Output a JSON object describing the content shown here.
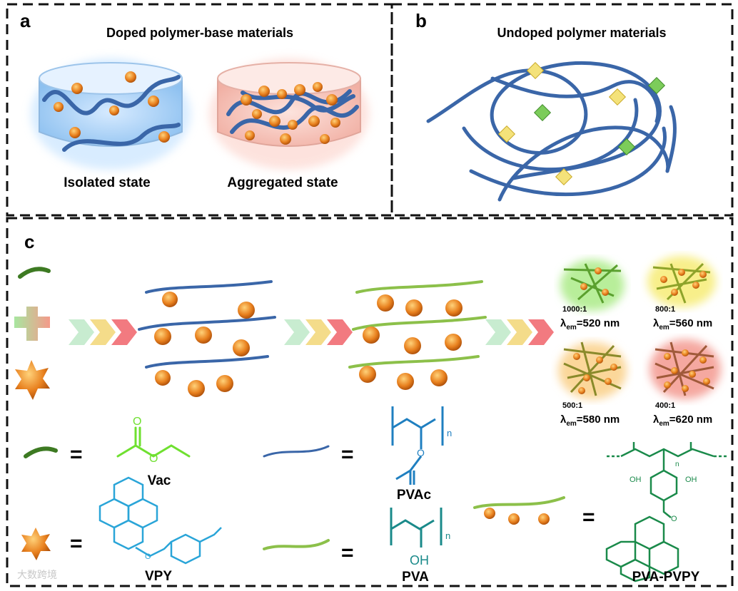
{
  "panel_a": {
    "letter": "a",
    "title": "Doped polymer-base materials",
    "left_caption": "Isolated state",
    "right_caption": "Aggregated state"
  },
  "panel_b": {
    "letter": "b",
    "title": "Undoped polymer materials"
  },
  "panel_c": {
    "letter": "c",
    "ratios": [
      {
        "ratio": "1000:1",
        "lambda_value": "=520 nm",
        "glow": "#7ed957"
      },
      {
        "ratio": "800:1",
        "lambda_value": "=560 nm",
        "glow": "#f2e85a"
      },
      {
        "ratio": "500:1",
        "lambda_value": "=580 nm",
        "glow": "#f7c46a"
      },
      {
        "ratio": "400:1",
        "lambda_value": "=620 nm",
        "glow": "#f08a8a"
      }
    ],
    "lambda_symbol": "λ",
    "lambda_sub": "em",
    "equals": "=",
    "labels": {
      "vac": "Vac",
      "pvac": "PVAc",
      "vpy": "VPY",
      "pva": "PVA",
      "pva_pvpy": "PVA-PVPY",
      "n": "n",
      "o": "O",
      "oh": "OH"
    }
  },
  "watermark": "大数跨境",
  "colors": {
    "blue_chain": "#3a66a8",
    "green_chain": "#8cc04a",
    "star_orange": "#e8801e",
    "vac_green": "#6fe030",
    "pvac_blue": "#1f7fc0",
    "vpy_cyan": "#2aa5d8",
    "pva_teal": "#1a8a8a",
    "pvpy_green": "#1a8a4a"
  }
}
